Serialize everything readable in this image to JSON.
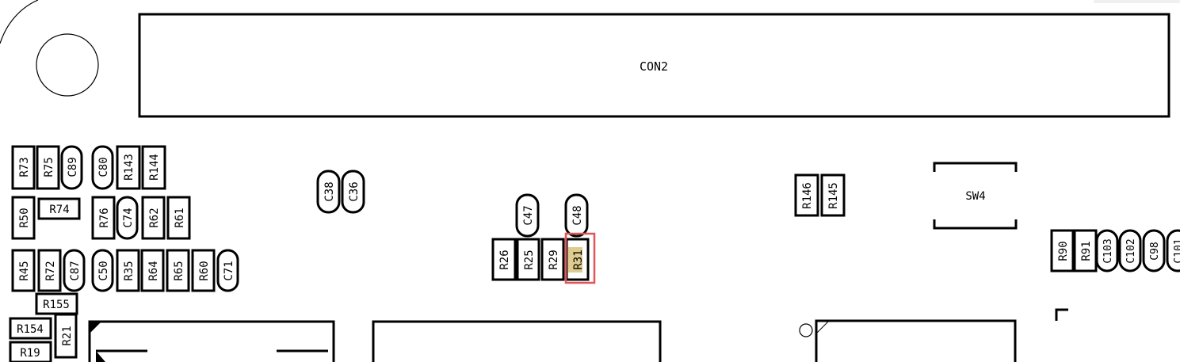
{
  "board": {
    "connector_label": "CON2",
    "switch_label": "SW4",
    "highlight_color": "#e05555",
    "highlight_fill": "#d9c27a",
    "selected_component": "R31"
  },
  "components": {
    "R73": "R73",
    "R75": "R75",
    "C89": "C89",
    "C80": "C80",
    "R143": "R143",
    "R144": "R144",
    "R50": "R50",
    "R74": "R74",
    "R76": "R76",
    "C74": "C74",
    "R62": "R62",
    "R61": "R61",
    "R45": "R45",
    "R72": "R72",
    "C87": "C87",
    "C50": "C50",
    "R35": "R35",
    "R64": "R64",
    "R65": "R65",
    "R60": "R60",
    "C71": "C71",
    "R155": "R155",
    "R154": "R154",
    "R21": "R21",
    "R19": "R19",
    "C38": "C38",
    "C36": "C36",
    "C47": "C47",
    "C48": "C48",
    "R26": "R26",
    "R25": "R25",
    "R29": "R29",
    "R31": "R31",
    "R146": "R146",
    "R145": "R145",
    "R90": "R90",
    "R91": "R91",
    "C103": "C103",
    "C102": "C102",
    "C98": "C98",
    "C101": "C101"
  }
}
